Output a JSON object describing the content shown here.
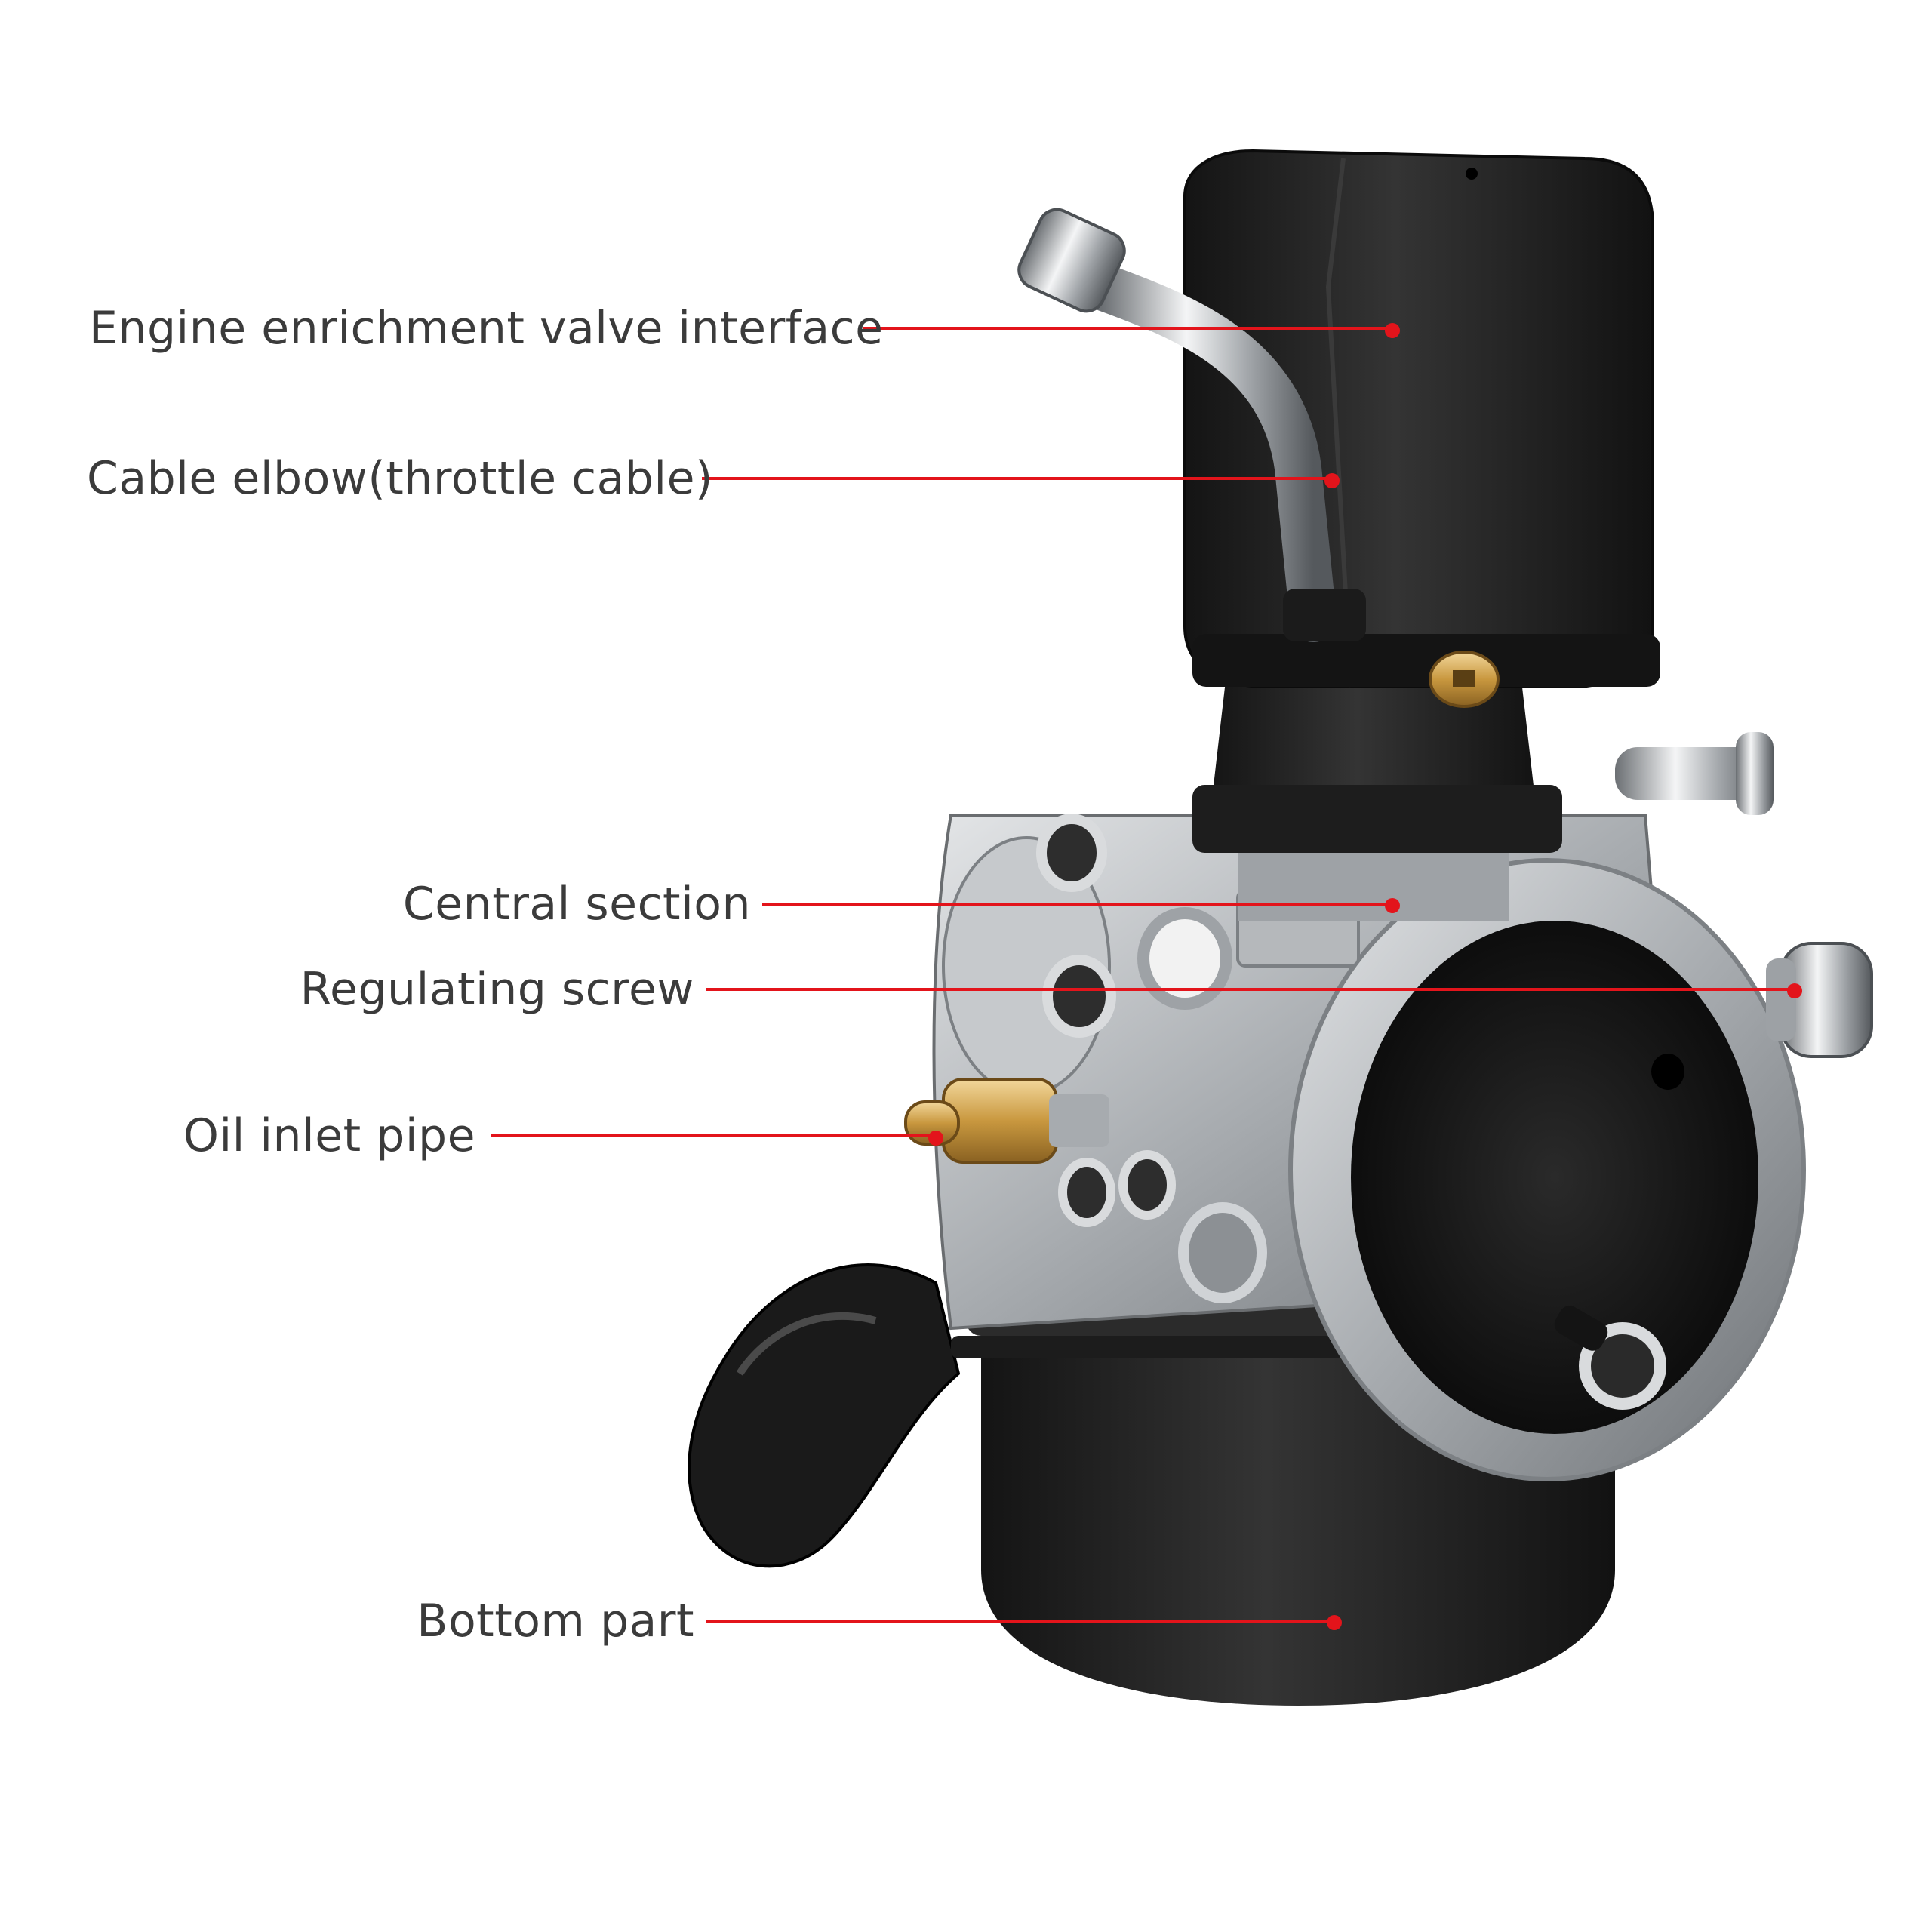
{
  "callouts": [
    {
      "id": "engine-enrichment-valve-interface",
      "label": "Engine enrichment valve interface"
    },
    {
      "id": "cable-elbow",
      "label": "Cable elbow(throttle cable)"
    },
    {
      "id": "central-section",
      "label": "Central section"
    },
    {
      "id": "regulating-screw",
      "label": "Regulating screw"
    },
    {
      "id": "oil-inlet-pipe",
      "label": "Oil inlet pipe"
    },
    {
      "id": "bottom-part",
      "label": "Bottom part"
    }
  ],
  "colors": {
    "leader": "#e3141b",
    "text": "#3b3b3b",
    "black_plastic": "#232323",
    "metal": "#b9bcbf",
    "brass": "#c9983f"
  }
}
